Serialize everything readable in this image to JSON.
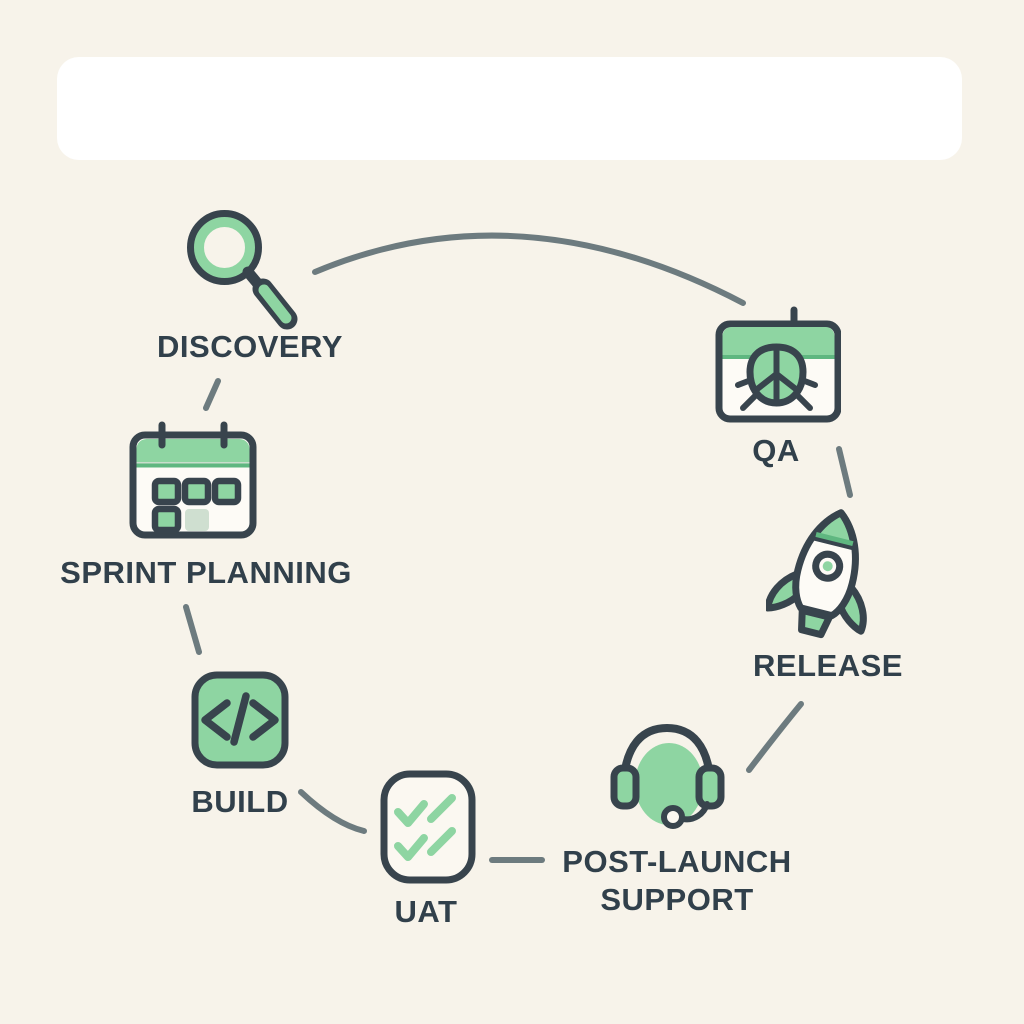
{
  "colors": {
    "background": "#f7f3ea",
    "banner": "#ffffff",
    "outline": "#38444d",
    "text": "#31404b",
    "connector": "#6d7b7f",
    "green": "#8ed5a2",
    "green-dark": "#5fb780",
    "green-pale": "#cfdfd0",
    "surface": "#fbf8f1"
  },
  "banner": {
    "text": ""
  },
  "nodes": [
    {
      "id": "discovery",
      "label": "DISCOVERY",
      "icon": "magnifier-icon"
    },
    {
      "id": "sprint-planning",
      "label": "SPRINT PLANNING",
      "icon": "calendar-icon"
    },
    {
      "id": "build",
      "label": "BUILD",
      "icon": "code-icon"
    },
    {
      "id": "uat",
      "label": "UAT",
      "icon": "checklist-icon"
    },
    {
      "id": "post-launch-support",
      "label": "POST-LAUNCH SUPPORT",
      "icon": "headset-icon"
    },
    {
      "id": "release",
      "label": "RELEASE",
      "icon": "rocket-icon"
    },
    {
      "id": "qa",
      "label": "QA",
      "icon": "bug-window-icon"
    }
  ],
  "edges": [
    {
      "from": "discovery",
      "to": "qa"
    },
    {
      "from": "discovery",
      "to": "sprint-planning"
    },
    {
      "from": "sprint-planning",
      "to": "build"
    },
    {
      "from": "build",
      "to": "uat"
    },
    {
      "from": "uat",
      "to": "post-launch-support"
    },
    {
      "from": "post-launch-support",
      "to": "release"
    },
    {
      "from": "release",
      "to": "qa"
    }
  ]
}
